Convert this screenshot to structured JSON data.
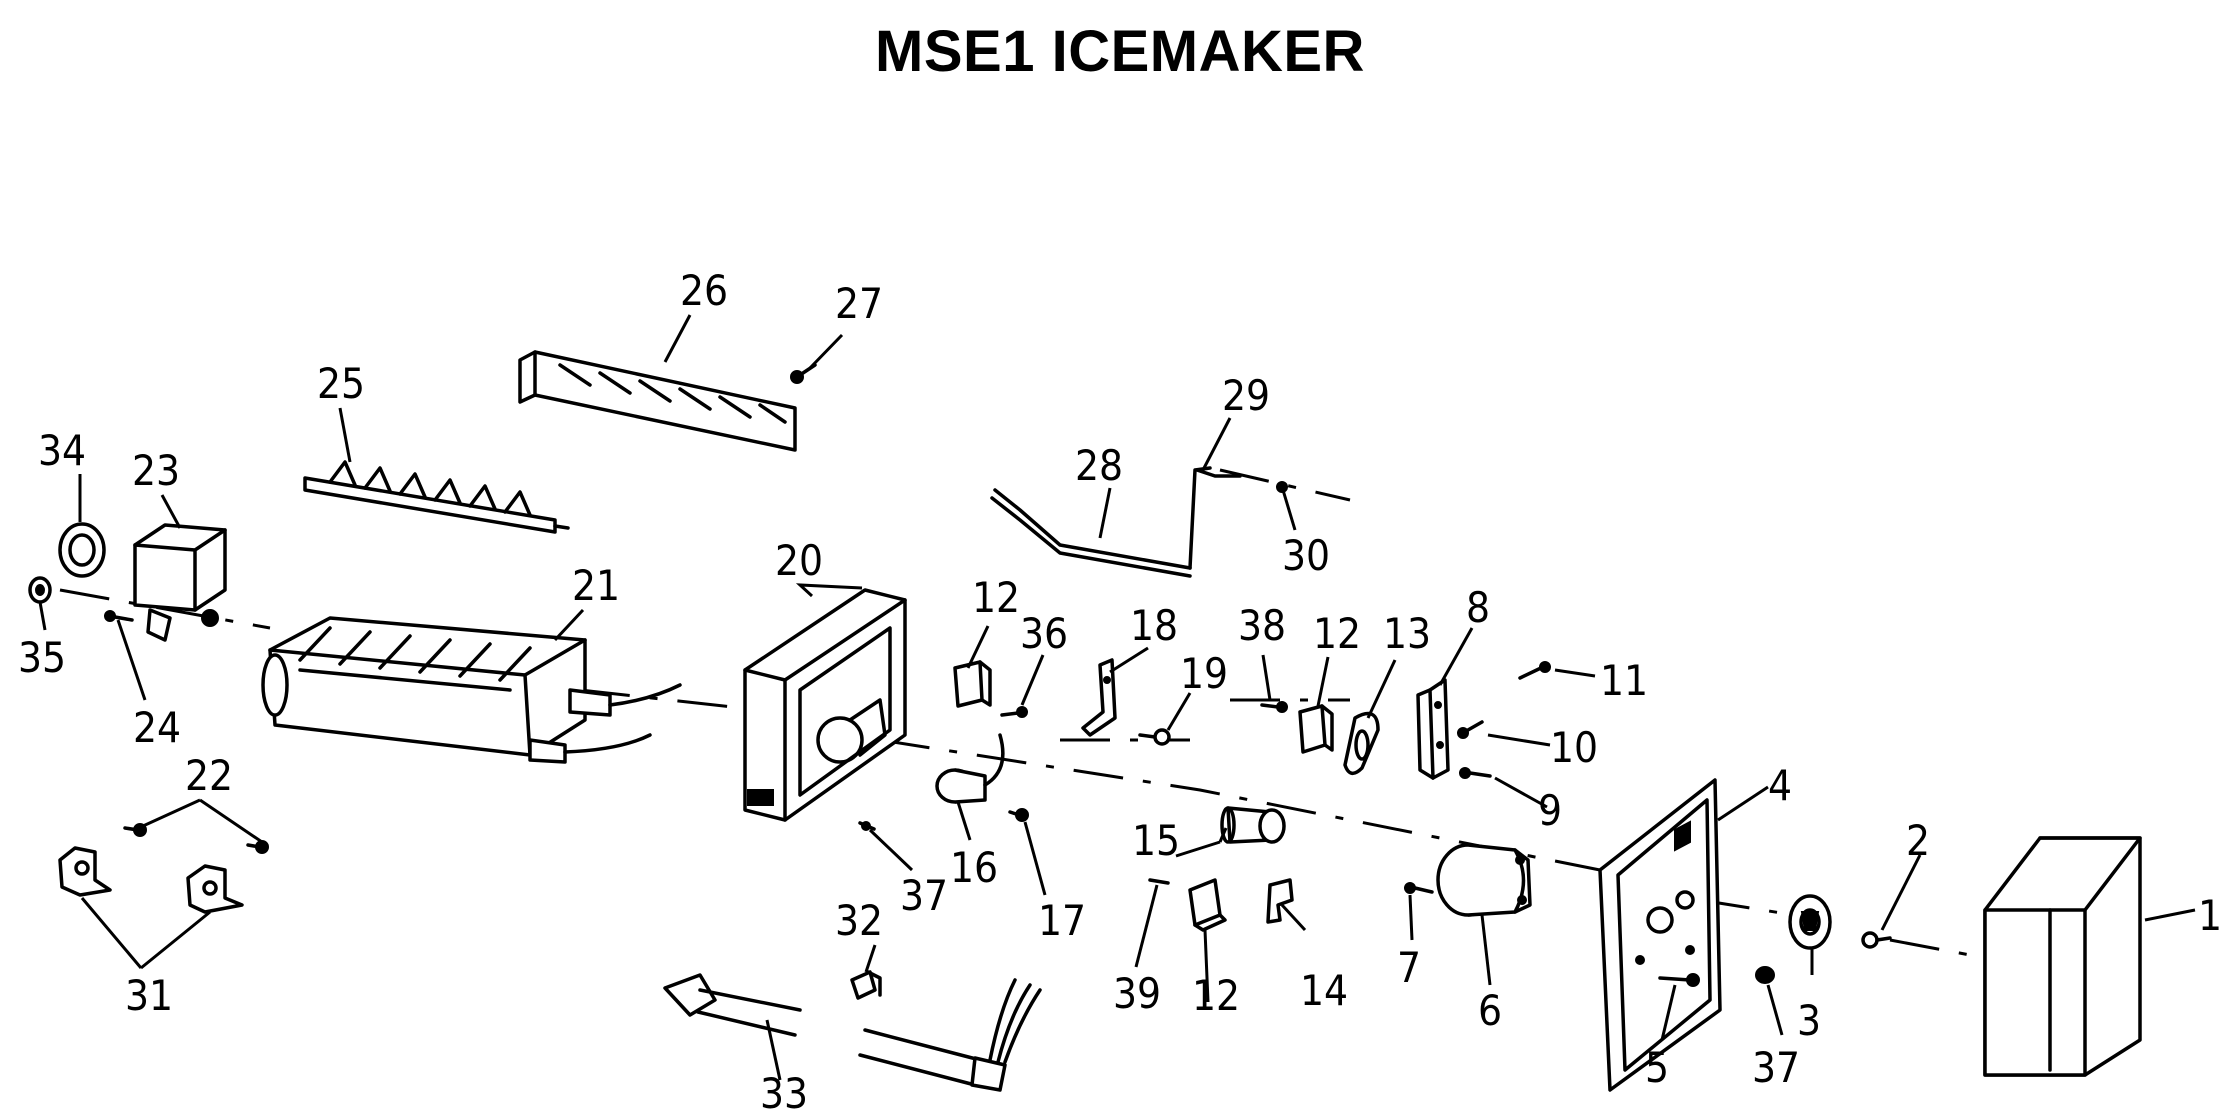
{
  "title": "MSE1 ICEMAKER",
  "parts": {
    "p1": "1",
    "p2": "2",
    "p3": "3",
    "p4": "4",
    "p5": "5",
    "p6": "6",
    "p7": "7",
    "p8": "8",
    "p9": "9",
    "p10": "10",
    "p11": "11",
    "p12a": "12",
    "p12b": "12",
    "p12c": "12",
    "p13": "13",
    "p14": "14",
    "p15": "15",
    "p16": "16",
    "p17": "17",
    "p18": "18",
    "p19": "19",
    "p20": "20",
    "p21": "21",
    "p22": "22",
    "p23": "23",
    "p24": "24",
    "p25": "25",
    "p26": "26",
    "p27": "27",
    "p28": "28",
    "p29": "29",
    "p30": "30",
    "p31": "31",
    "p32": "32",
    "p33": "33",
    "p34": "34",
    "p35": "35",
    "p36": "36",
    "p37a": "37",
    "p37b": "37",
    "p38": "38",
    "p39": "39"
  }
}
